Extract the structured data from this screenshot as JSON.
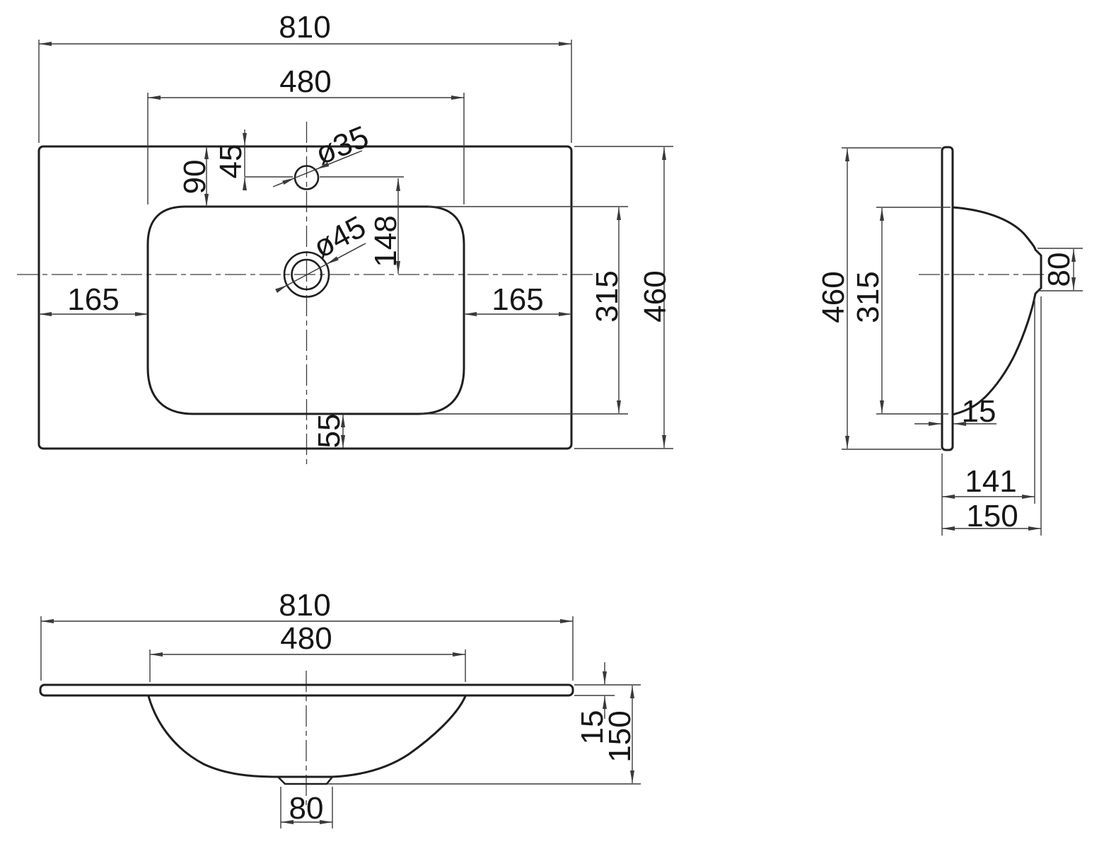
{
  "colors": {
    "object_line": "#1f1f1f",
    "dimension_line": "#3a3a3a",
    "text": "#161616",
    "background": "#ffffff"
  },
  "plan": {
    "total_width": "810",
    "basin_width": "480",
    "top_to_basin": "90",
    "top_to_faucet": "45",
    "faucet_hole_dia": "ø35",
    "faucet_to_drain": "148",
    "drain_dia": "ø45",
    "left_margin": "165",
    "right_margin": "165",
    "bottom_margin": "55",
    "basin_depth": "315",
    "total_depth": "460"
  },
  "side": {
    "total_height": "460",
    "basin_height": "315",
    "overflow_height": "80",
    "panel_thickness": "15",
    "basin_projection": "141",
    "total_projection": "150"
  },
  "front": {
    "total_width": "810",
    "basin_width": "480",
    "slab_thickness": "15",
    "total_height": "150",
    "drain_width": "80"
  }
}
